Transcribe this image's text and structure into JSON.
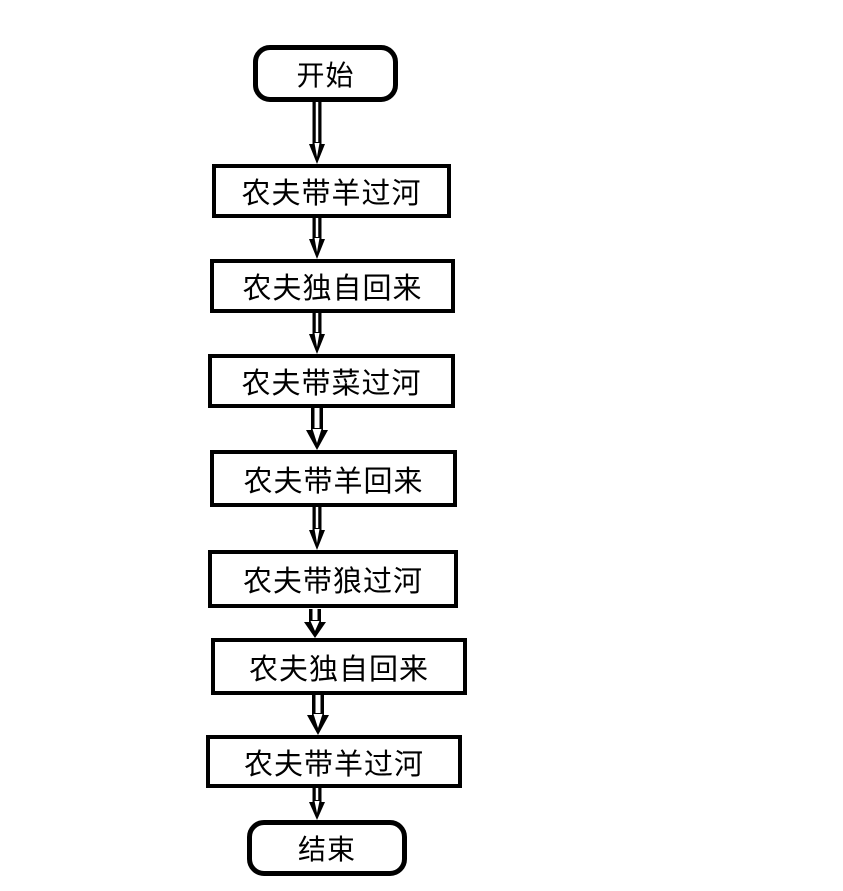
{
  "diagram": {
    "type": "flowchart",
    "colors": {
      "line": "#000000",
      "node_fill": "#ffffff",
      "text": "#000000",
      "background": "#ffffff"
    },
    "nodes": [
      {
        "id": "start",
        "type": "terminal",
        "label": "开始"
      },
      {
        "id": "step1",
        "type": "process",
        "label": "农夫带羊过河"
      },
      {
        "id": "step2",
        "type": "process",
        "label": "农夫独自回来"
      },
      {
        "id": "step3",
        "type": "process",
        "label": "农夫带菜过河"
      },
      {
        "id": "step4",
        "type": "process",
        "label": "农夫带羊回来"
      },
      {
        "id": "step5",
        "type": "process",
        "label": "农夫带狼过河"
      },
      {
        "id": "step6",
        "type": "process",
        "label": "农夫独自回来"
      },
      {
        "id": "step7",
        "type": "process",
        "label": "农夫带羊过河"
      },
      {
        "id": "end",
        "type": "terminal",
        "label": "结束"
      }
    ],
    "edges": [
      {
        "from": "start",
        "to": "step1"
      },
      {
        "from": "step1",
        "to": "step2"
      },
      {
        "from": "step2",
        "to": "step3"
      },
      {
        "from": "step3",
        "to": "step4"
      },
      {
        "from": "step4",
        "to": "step5"
      },
      {
        "from": "step5",
        "to": "step6"
      },
      {
        "from": "step6",
        "to": "step7"
      },
      {
        "from": "step7",
        "to": "end"
      }
    ]
  }
}
